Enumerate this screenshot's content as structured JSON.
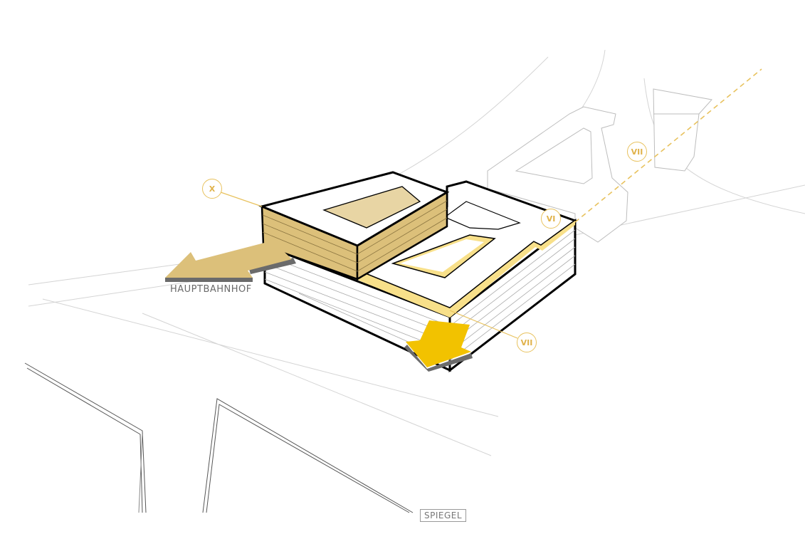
{
  "labels": {
    "x_marker": "X",
    "vi_marker": "VI",
    "vii_marker_upper": "VII",
    "vii_marker_lower": "VII",
    "hauptbahnhof": "HAUPTBAHNHOF",
    "spiegel": "SPIEGEL"
  },
  "colors": {
    "gold": "#dcc07a",
    "gold_light": "#ead7a3",
    "yellow": "#f2c200",
    "yellow_light": "#f8e08a",
    "marker": "#e8c25e",
    "outline": "#000000",
    "context_lines": "#cfcfcf"
  }
}
